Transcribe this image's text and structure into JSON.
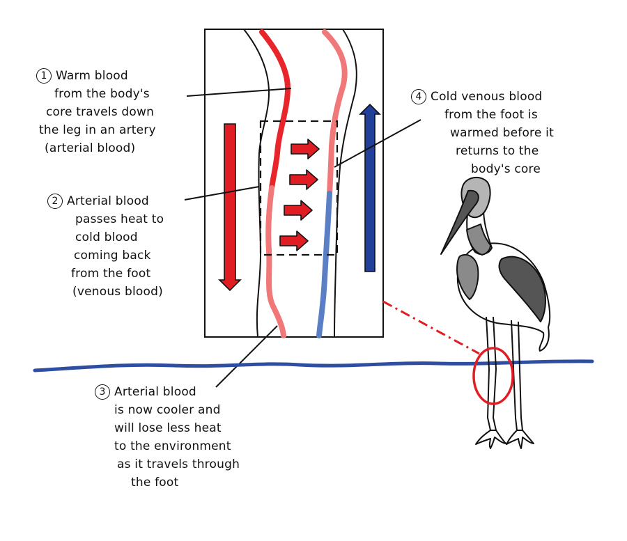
{
  "colors": {
    "artery_warm": "#e8252b",
    "artery_cool": "#f07878",
    "vein_cold": "#5a7fc4",
    "arrow_down": "#e11d24",
    "arrow_up": "#21409a",
    "heat_arrow": "#e11d24",
    "water": "#2e4ea1",
    "zoom_marker": "#e11d24",
    "bird_dark": "#555555",
    "bird_mid": "#8a8a8a",
    "bird_light": "#b5b5b5"
  },
  "callouts": [
    {
      "number": "1",
      "lines": [
        "Warm blood",
        "from the body's",
        "core travels down",
        "the leg in an artery",
        "(arterial blood)"
      ]
    },
    {
      "number": "2",
      "lines": [
        "Arterial blood",
        "passes heat to",
        "cold blood",
        "coming back",
        "from the foot",
        "(venous blood)"
      ]
    },
    {
      "number": "3",
      "lines": [
        "Arterial blood",
        "is now cooler and",
        "will lose less heat",
        "to the environment",
        "as it travels through",
        "the foot"
      ]
    },
    {
      "number": "4",
      "lines": [
        "Cold venous blood",
        "from the foot is",
        "warmed before it",
        "returns to the",
        "body's core"
      ]
    }
  ],
  "heat_exchange": {
    "arrow_count": 4
  },
  "icons": [
    "bird-illustration",
    "heat-transfer-arrow-icon",
    "downward-flow-arrow-icon",
    "upward-flow-arrow-icon"
  ]
}
